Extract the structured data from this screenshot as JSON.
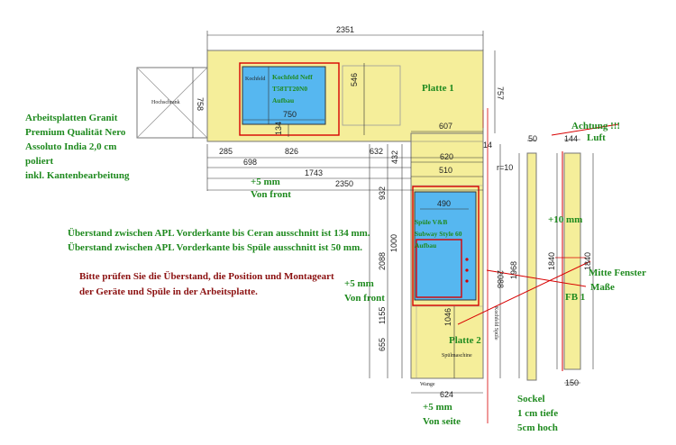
{
  "colors": {
    "countertop": "#f5ee9a",
    "cutout": "#56b7f0",
    "red": "#d80000",
    "green": "#1f8a1f",
    "darkred": "#8b1010",
    "dim_line": "#333333",
    "outline": "#888888"
  },
  "notes": {
    "material": [
      "Arbeitsplatten Granit",
      "Premium Qualität Nero",
      "Assoluto India 2,0 cm",
      "poliert",
      "inkl. Kantenbearbeitung"
    ],
    "overhang": [
      "Überstand zwischen APL Vorderkante bis Ceran ausschnitt ist 134 mm.",
      "Überstand zwischen APL Vorderkante bis Spüle ausschnitt ist 50 mm."
    ],
    "check": [
      "Bitte prüfen Sie die Überstand, die Position und Montageart",
      "der Geräte und Spüle in der Arbeitsplatte."
    ],
    "plus5_front_top": [
      "+5 mm",
      "Von front"
    ],
    "plus5_front_mid": [
      "+5 mm",
      "Von front"
    ],
    "plus5_side": [
      "+5 mm",
      "Von seite"
    ],
    "sockel": [
      "Sockel",
      "1 cm tiefe",
      "5cm hoch"
    ],
    "achtung": "Achtung !!!",
    "luft": "Luft",
    "plus10": "+10 mm",
    "mitte_fenster": "Mitte Fenster",
    "masse": "Maße",
    "fb1": "FB 1"
  },
  "labels": {
    "platte1": "Platte 1",
    "platte2": "Platte 2",
    "kochfeld_small": "Kochfeld",
    "hochschrank": "Hochschrank",
    "cooktop": [
      "Kochfeld Neff",
      "T58TT20N0",
      "Aufbau"
    ],
    "sink": [
      "Spüle V&B",
      "Subway Style 60",
      "Aufbau"
    ],
    "spuelmaschine": "Spülmaschine",
    "wange": "Wange",
    "r10": "r=10",
    "vertical_red": "Kochfeld Spüle"
  },
  "dims": {
    "d2351": "2351",
    "d758": "758",
    "d546": "546",
    "d757": "757",
    "d750": "750",
    "d134": "134",
    "d607": "607",
    "d14": "14",
    "d50": "50",
    "d144": "144",
    "d285": "285",
    "d826": "826",
    "d632": "632",
    "d432": "432",
    "d620": "620",
    "d698": "698",
    "d510": "510",
    "d1743": "1743",
    "d2350": "2350",
    "d490": "490",
    "d932": "932",
    "d1000": "1000",
    "d2088a": "2088",
    "d2088b": "2088",
    "d1968": "1968",
    "d1840a": "1840",
    "d1840b": "1840",
    "d1155": "1155",
    "d655": "655",
    "d1046": "1046",
    "d624": "624",
    "d150": "150"
  }
}
